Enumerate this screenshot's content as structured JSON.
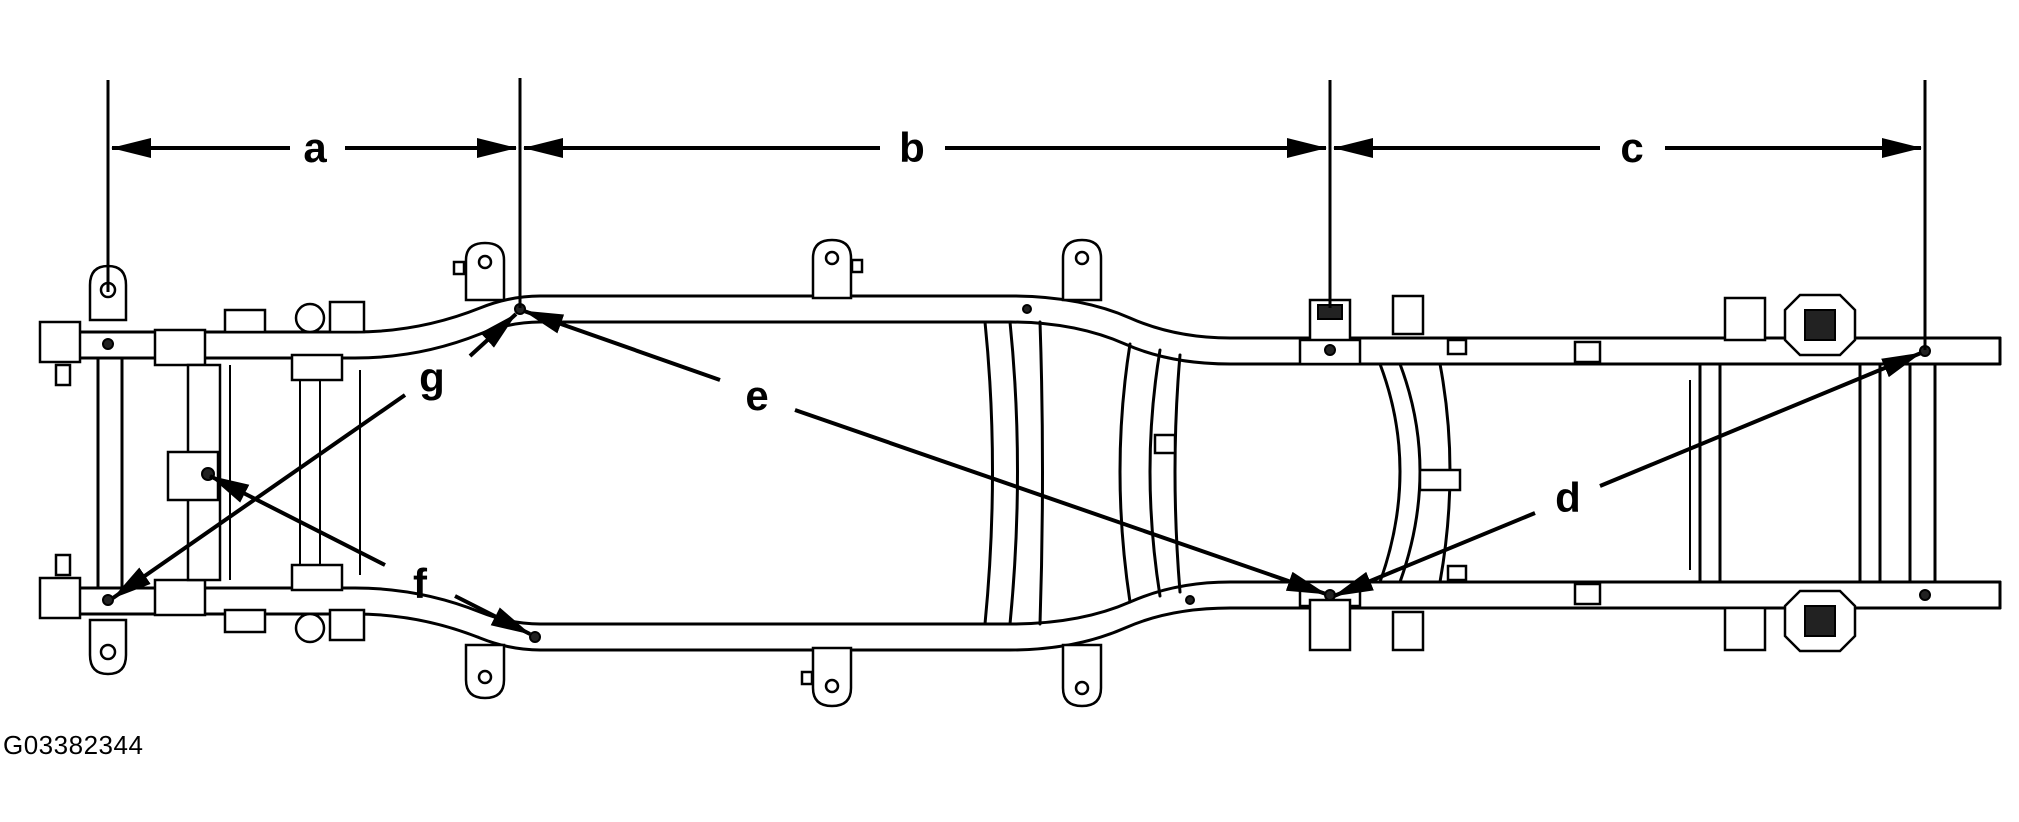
{
  "diagram": {
    "dimension_labels": [
      "a",
      "b",
      "c"
    ],
    "diagonal_labels": [
      "d",
      "e",
      "f",
      "g"
    ],
    "figure_id": "G03382344"
  }
}
